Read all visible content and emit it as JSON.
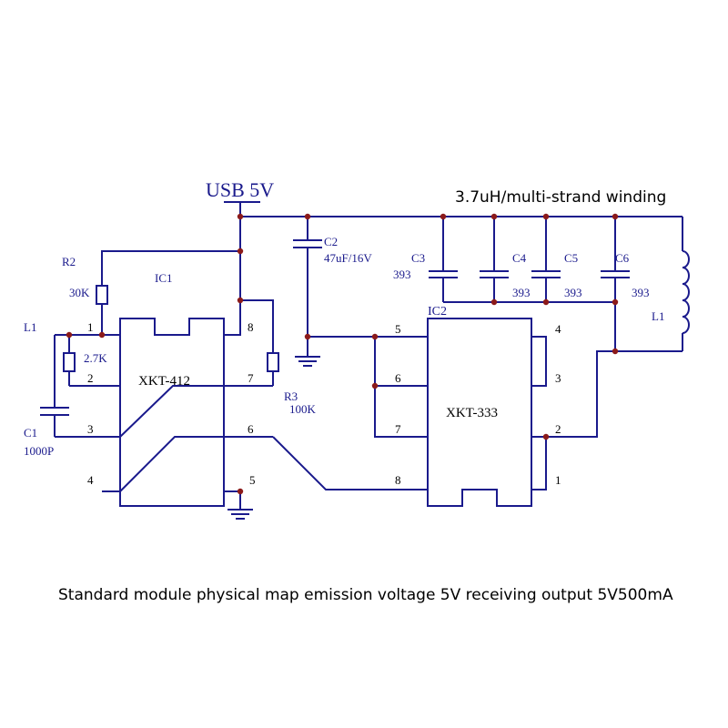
{
  "labels": {
    "usb": "USB 5V",
    "winding_note": "3.7uH/multi-strand winding",
    "caption": "Standard module physical map emission voltage 5V receiving output 5V500mA"
  },
  "components": {
    "r2": {
      "ref": "R2",
      "value": "30K"
    },
    "r1_value": "2.7K",
    "r3": {
      "ref": "R3",
      "value": "100K"
    },
    "c1": {
      "ref": "C1",
      "value": "1000P"
    },
    "c2": {
      "ref": "C2",
      "value": "47uF/16V"
    },
    "c3": {
      "ref": "C3",
      "value": "393"
    },
    "c4": {
      "ref": "C4",
      "value": "393"
    },
    "c5": {
      "ref": "C5",
      "value": "393"
    },
    "c6": {
      "ref": "C6",
      "value": "393"
    },
    "l1": {
      "ref": "L1"
    },
    "l1_left": "L1"
  },
  "ic1": {
    "ref": "IC1",
    "name": "XKT-412",
    "pins": [
      "1",
      "2",
      "3",
      "4",
      "5",
      "6",
      "7",
      "8"
    ]
  },
  "ic2": {
    "ref": "IC2",
    "name": "XKT-333",
    "pins": [
      "1",
      "2",
      "3",
      "4",
      "5",
      "6",
      "7",
      "8"
    ]
  },
  "colors": {
    "wire": "#1a1a8c",
    "junction": "#8b1a1a",
    "text": "#1a1a8c"
  }
}
